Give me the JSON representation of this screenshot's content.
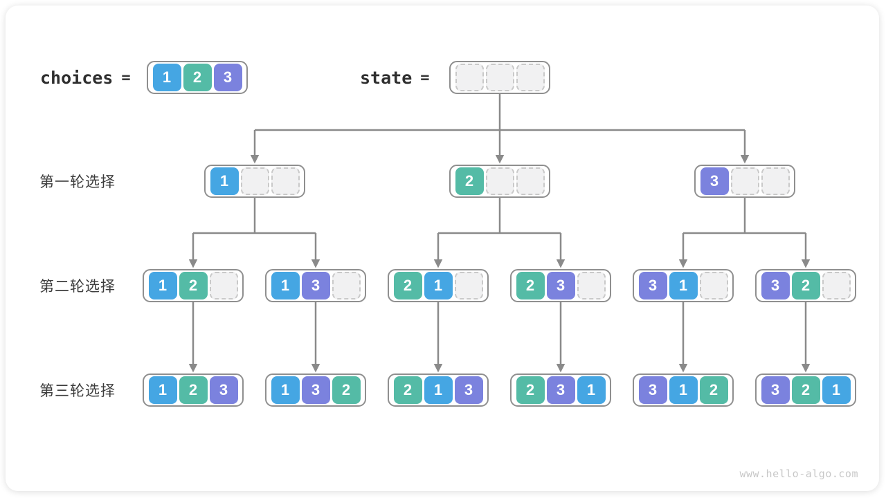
{
  "watermark": "www.hello-algo.com",
  "palette": {
    "tile_1": "#45A6E3",
    "tile_2": "#54BBA6",
    "tile_3": "#7B82DE",
    "connector": "#8a8a8a",
    "node_border": "#8f8f8f",
    "empty_fill": "#f1f1f2",
    "empty_border": "#c9c9c9",
    "label_text": "#2e2e2e"
  },
  "header": {
    "choices": {
      "label": "choices",
      "equals": "=",
      "cells": [
        1,
        2,
        3
      ]
    },
    "state": {
      "label": "state",
      "equals": "=",
      "cells": [
        null,
        null,
        null
      ]
    }
  },
  "rows": [
    {
      "label": "第一轮选择",
      "nodes": [
        [
          1,
          null,
          null
        ],
        [
          2,
          null,
          null
        ],
        [
          3,
          null,
          null
        ]
      ]
    },
    {
      "label": "第二轮选择",
      "nodes": [
        [
          1,
          2,
          null
        ],
        [
          1,
          3,
          null
        ],
        [
          2,
          1,
          null
        ],
        [
          2,
          3,
          null
        ],
        [
          3,
          1,
          null
        ],
        [
          3,
          2,
          null
        ]
      ]
    },
    {
      "label": "第三轮选择",
      "nodes": [
        [
          1,
          2,
          3
        ],
        [
          1,
          3,
          2
        ],
        [
          2,
          1,
          3
        ],
        [
          2,
          3,
          1
        ],
        [
          3,
          1,
          2
        ],
        [
          3,
          2,
          1
        ]
      ]
    }
  ]
}
